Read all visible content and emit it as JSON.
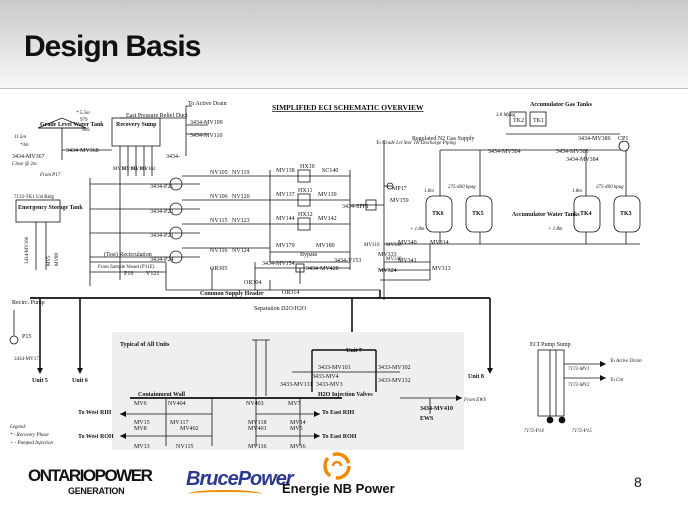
{
  "slide": {
    "title": "Design Basis",
    "page_number": "8"
  },
  "diagram": {
    "title": "SIMPLIFIED ECI SCHEMATIC OVERVIEW",
    "top": {
      "east_pressure_relief_duct": "East Pressure Relief Duct",
      "to_active_drain": "To Active Drain",
      "mv109": "3434-MV109",
      "mv110": "3434-MV110",
      "recovery_sump": "Recovery Sump",
      "grade_level_water_tank": "Grade Level Water Tank",
      "level_a": "* 5.5m",
      "level_b": "979",
      "level_c": "989",
      "level_d": "11.5m",
      "level_e": "*3m",
      "mv367": "3434-MV367",
      "close_at": "Close @ 2m",
      "mv368": "3434-MV368",
      "from_p17": "From P17",
      "mv10x_a": "MV103",
      "mv10x_b": "MV104",
      "mv10x_c": "MV101",
      "mv10x_d": "MV102",
      "tag_3434": "3434-",
      "p21": "3434-P21",
      "p22": "3434-P22",
      "p23": "3434-P23",
      "p24": "3434-P24",
      "ets_tank_top": "7133-TK1 Ust Bldg",
      "emergency_storage_tank": "Emergency Storage Tank"
    },
    "pump_lines": {
      "nv105": "NV105",
      "nv119": "NV119",
      "nv106": "NV106",
      "nv120": "NV120",
      "nv115": "NV115",
      "nv123": "NV123",
      "nv116": "NV116",
      "nv124": "NV124",
      "mv138": "MV138",
      "hx10": "HX10",
      "sc140": "SC140",
      "mv137": "MV137",
      "hx11": "HX11",
      "mv139": "MV139",
      "mv144": "MV144",
      "hx12": "HX12",
      "mv142": "MV142",
      "mv179": "MV179",
      "mv180": "MV180",
      "bypass": "Bypass",
      "mv154": "3434-MV154",
      "v153": "3434-V153",
      "mv428": "3434-MV428",
      "spf1": "3434-SPF1",
      "test_recirc": "(Test) Recirculation",
      "p19": "P19",
      "v121": "V121",
      "from_sample": "From Sample Vessel (P31E)",
      "or305": "OR305",
      "or304": "OR304",
      "or314": "OR314",
      "common_supply_header": "Common Supply Header",
      "recirc_pump": "Recirc. Pump",
      "p15": "P15",
      "mv171": "3434-MV171",
      "mv160": "3434-MV160",
      "mv5": "MV5",
      "mv88": "MV88",
      "to_grade_lvl": "To Grade Lvl Stor TK Discharge Piping",
      "mp17": "MP17",
      "mv159": "MV159"
    },
    "accumulator": {
      "accumulator_gas_tanks": "Accumulator Gas Tanks",
      "tk2": "TK2",
      "tk1": "TK1",
      "p1": "3.8 Mpag",
      "regulated_n2": "Regulated N2 Gas Supply",
      "mv304": "3434-MV304",
      "mv386": "3434-MV386",
      "mv303": "3434-MV303",
      "mv384": "3434-MV384",
      "cp1": "CP1",
      "tk6": "TK6",
      "tk5": "TK5",
      "tk4": "TK4",
      "tk3": "TK3",
      "p2": "275-400 kpag",
      "p3": "275-400 kpag",
      "accumulator_water_tanks": "Accumulator Water Tanks",
      "lvl1": "+ 1.8m",
      "lvl2": "+ 1.8m",
      "lvl3": "1.8m",
      "lvl4": "1.8m",
      "mv336": "MV336",
      "mv338": "MV338",
      "mv310": "MV310",
      "mv340": "MV340",
      "mv314": "MV314",
      "mv333": "MV333",
      "mv341": "MV341",
      "mv324": "MV324",
      "mv313": "MV313"
    },
    "units": {
      "unit5": "Unit 5",
      "unit6": "Unit 6",
      "unit7": "Unit 7",
      "unit8": "Unit 8",
      "typical": "Typical of All Units",
      "separation": "Separation D2O/H2O",
      "containment_wall": "Containment Wall",
      "h2o_injection_valves": "H2O Injection Valves",
      "mv101": "3433-MV101",
      "mv102": "3433-MV102",
      "mv131": "3433-MV131",
      "mv132": "3433-MV132",
      "mv3": "3433-MV3",
      "mv4": "3433-MV4",
      "to_west_rih": "To West RIH",
      "to_west_roh": "To West ROH",
      "to_east_rih": "To East RIH",
      "to_east_roh": "To East ROH",
      "mv6": "MV6",
      "nv404": "NV404",
      "mv15": "MV15",
      "mv117": "MV117",
      "mv8": "MV8",
      "mv402": "MV402",
      "mv13": "MV13",
      "nv115": "NV115",
      "nv403": "NV403",
      "mv7": "MV7",
      "mv118": "MV118",
      "mv14": "MV14",
      "mv401": "MV401",
      "mv5b": "MV5",
      "mv116": "MV116",
      "mv16": "MV16",
      "from_ews": "From EWS",
      "mv410": "3434-MV410",
      "ews": "EWS"
    },
    "eci_sump": {
      "title": "ECI Pump Sump",
      "to_active_drain": "To Active Drain",
      "to_cnt": "To Cnt",
      "mv1": "7172-MV1",
      "mv2": "7172-MV2",
      "p14": "7172-P14",
      "p15": "7172-P15"
    },
    "legend": {
      "title": "Legend:",
      "recovery": "* - Recovery Phase",
      "pumped": "+ - Pumped Injection"
    }
  },
  "logos": {
    "opg_line1": "ONTARIOPOWER",
    "opg_line2": "GENERATION",
    "bruce": "BrucePower",
    "nb": "Énergie NB Power"
  }
}
